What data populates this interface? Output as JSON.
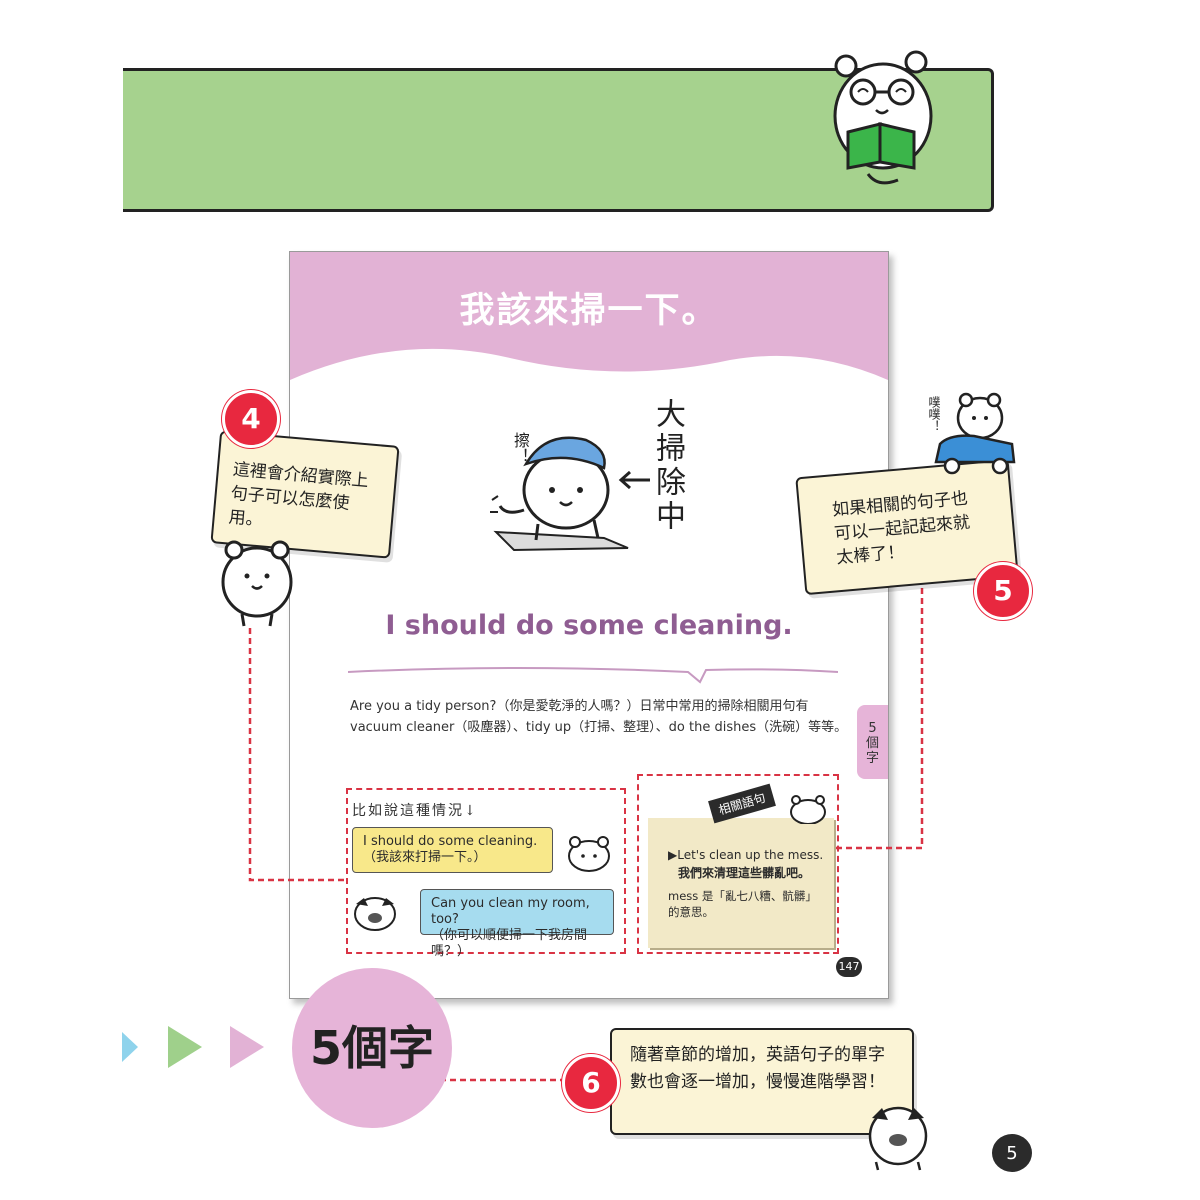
{
  "colors": {
    "banner_green": "#a6d28e",
    "header_pink": "#e2b2d5",
    "title_purple": "#8f5d92",
    "callout_cream": "#fbf4d6",
    "badge_red": "#e8283f",
    "dash_red": "#d93344",
    "bubble_yellow": "#f8e88a",
    "bubble_blue": "#a6dcef",
    "arrow_cyan": "#8fd3ec",
    "arrow_green": "#9fd08b",
    "arrow_pink": "#e2b2d5"
  },
  "icons": {
    "mascot_reading": "bear-reading-book-icon",
    "mascot_car": "bear-driving-car-icon",
    "mascot_hanging": "bear-hanging-icon",
    "mascot_cleaning": "bear-cleaning-icon",
    "mascot_small": "bear-face-icon"
  },
  "lesson": {
    "title": "我該來掃一下。",
    "handwriting": "大掃除中",
    "sound_effect": "擦！",
    "sentence": "I should do some cleaning.",
    "explanation": "Are you a tidy person?（你是愛乾淨的人嗎？）日常中常用的掃除相關用句有 vacuum cleaner（吸塵器）、tidy up（打掃、整理）、do the dishes（洗碗）等等。",
    "side_tab": "5個字",
    "situation_label": "比如說這種情況↓",
    "dialogue": [
      {
        "en": "I should do some cleaning.",
        "zh": "（我該來打掃一下。）"
      },
      {
        "en": "Can you clean my room, too?",
        "zh": "（你可以順便掃一下我房間嗎？）"
      }
    ],
    "related": {
      "tag": "相關語句",
      "en": "▶Let's clean up the mess.",
      "zh": "我們來清理這些髒亂吧。",
      "note": "mess 是「亂七八糟、骯髒」的意思。"
    },
    "page_number": "147"
  },
  "callouts": {
    "c4": {
      "number": "4",
      "text": "這裡會介紹實際上句子可以怎麼使用。"
    },
    "c5": {
      "number": "5",
      "text": "如果相關的句子也可以一起記起來就太棒了！"
    },
    "c6": {
      "number": "6",
      "text": "隨著章節的增加，英語句子的單字數也會逐一增加，慢慢進階學習！"
    }
  },
  "car_sound": "噗噗！",
  "word_count": "5個字",
  "page_number": "5"
}
